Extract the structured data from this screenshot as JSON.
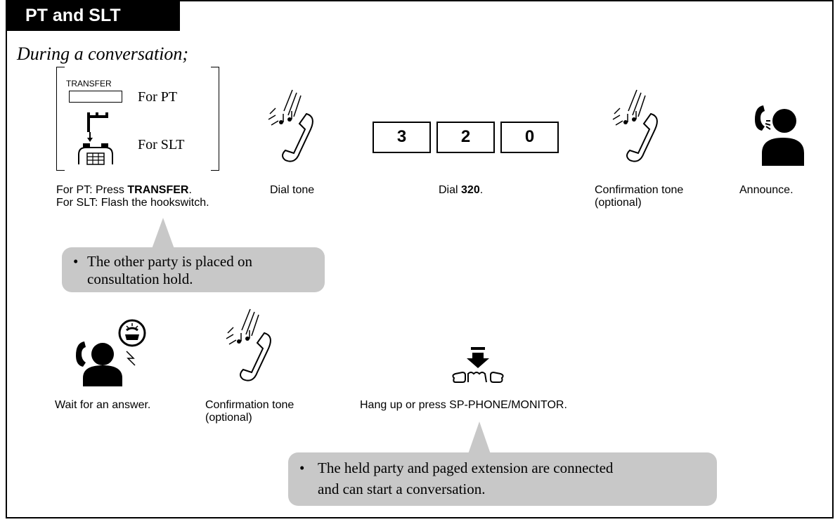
{
  "header": {
    "title": "PT and SLT"
  },
  "intro": "During a conversation;",
  "step1": {
    "transfer_key_label": "TRANSFER",
    "for_pt": "For PT",
    "for_slt": "For SLT",
    "caption_line1_prefix": "For PT: Press ",
    "caption_line1_bold": "TRANSFER",
    "caption_line1_suffix": ".",
    "caption_line2": "For SLT: Flash the hookswitch."
  },
  "step2": {
    "caption": "Dial tone"
  },
  "step3": {
    "digits": [
      "3",
      "2",
      "0"
    ],
    "caption_prefix": "Dial ",
    "caption_bold": "320",
    "caption_suffix": "."
  },
  "step4": {
    "caption_line1": "Confirmation tone",
    "caption_line2": "(optional)"
  },
  "step5": {
    "caption": "Announce."
  },
  "callout1": {
    "bullet": "•",
    "line1": "The other party is placed on",
    "line2": "consultation hold."
  },
  "step6": {
    "caption": "Wait for an answer."
  },
  "step7": {
    "caption_line1": "Confirmation tone",
    "caption_line2": "(optional)"
  },
  "step8": {
    "caption": "Hang up or press SP-PHONE/MONITOR."
  },
  "callout2": {
    "bullet": "•",
    "line1": "The held party and paged extension are connected",
    "line2": "and can start a conversation."
  },
  "colors": {
    "header_bg": "#000000",
    "callout_bg": "#c8c8c8"
  },
  "icons": [
    "handset-tone-icon",
    "talking-person-icon",
    "waiting-person-icon",
    "hang-up-icon",
    "hookswitch-phone-icon",
    "transfer-key-icon"
  ]
}
